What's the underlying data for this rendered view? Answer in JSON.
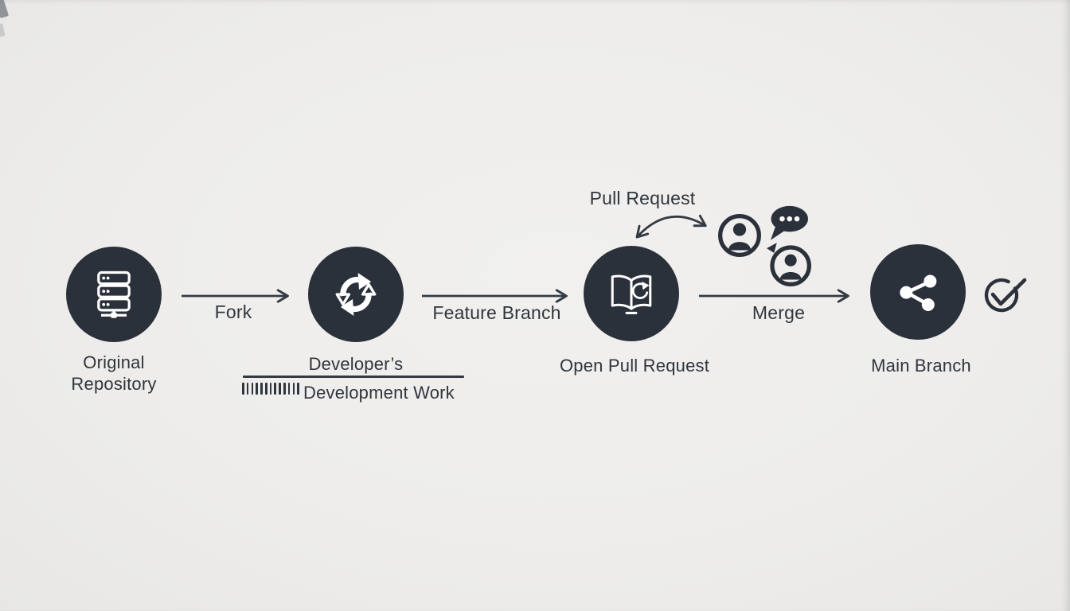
{
  "title": "Git fork and pull request workflow diagram",
  "colors": {
    "background": "#eeedeb",
    "node_fill": "#2b313b",
    "icon_color": "#ffffff",
    "text": "#2f353d",
    "arrow": "#333a42"
  },
  "nodes": [
    {
      "id": "original-repository",
      "icon": "server-icon",
      "label_line1": "Original",
      "label_line2": "Repository"
    },
    {
      "id": "developers-work",
      "icon": "sync-icon",
      "label_line1": "Developer’s",
      "label_line2": "Development Work"
    },
    {
      "id": "open-pull-request",
      "icon": "open-book-icon",
      "label_line1": "Open Pull Request",
      "top_label": "Pull Request"
    },
    {
      "id": "main-branch",
      "icon": "share-icon",
      "label_line1": "Main Branch"
    }
  ],
  "arrows": [
    {
      "label": "Fork"
    },
    {
      "label": "Feature Branch"
    },
    {
      "label": "Merge"
    }
  ],
  "annotations": {
    "review_icons": [
      "reviewer-avatar-icon",
      "comment-ellipsis-bubble-icon",
      "reviewer-avatar-icon"
    ],
    "approval_icon": "check-circle-icon"
  }
}
